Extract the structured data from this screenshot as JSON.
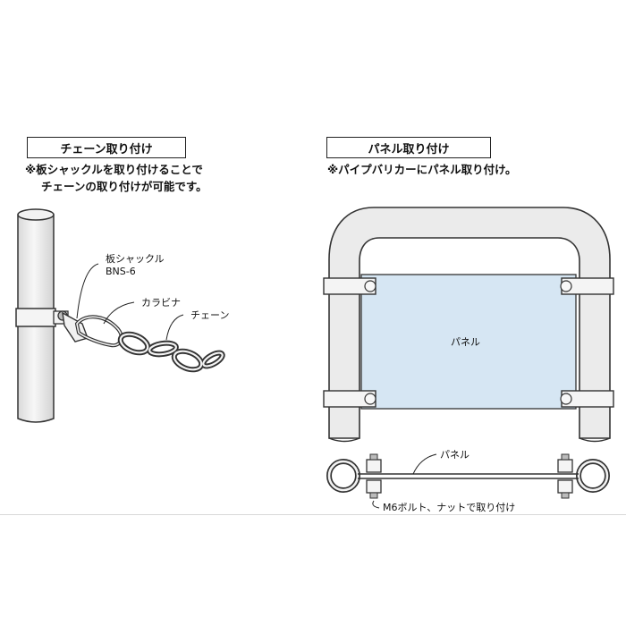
{
  "left_panel": {
    "title": "チェーン取り付け",
    "note_line1": "※板シャックルを取り付けることで",
    "note_line2": "チェーンの取り付けが可能です。",
    "labels": {
      "shackle_name": "板シャックル",
      "shackle_model": "BNS-6",
      "carabiner": "カラビナ",
      "chain": "チェーン"
    }
  },
  "right_panel": {
    "title": "パネル取り付け",
    "note": "※パイプバリカーにパネル取り付け。",
    "labels": {
      "panel_front": "パネル",
      "panel_top": "パネル",
      "bolt": "M6ボルト、ナットで取り付け"
    }
  },
  "colors": {
    "pipe_fill": "#e9e9e9",
    "pipe_stroke": "#333333",
    "panel_fill": "#d6e6f3",
    "band_fill": "#f4f4f4",
    "line": "#222222"
  }
}
